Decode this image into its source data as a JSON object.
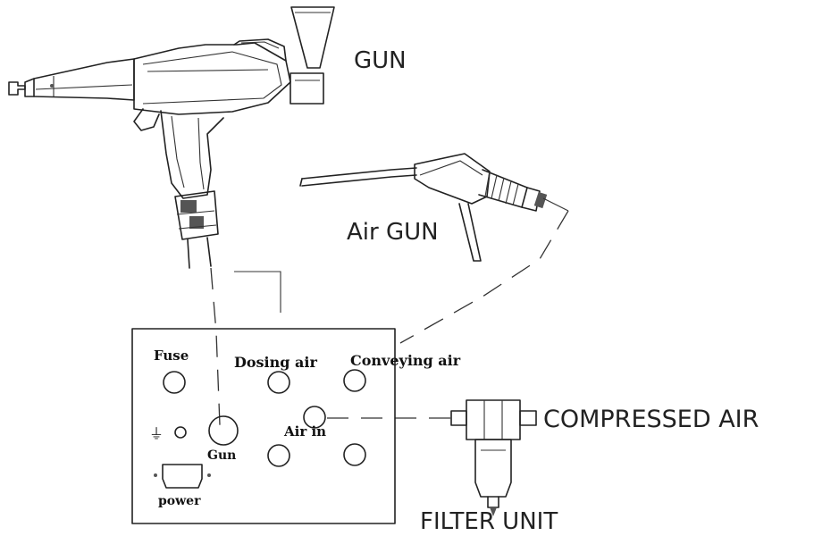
{
  "labels": {
    "gun": "GUN",
    "air_gun": "Air GUN",
    "compressed_air": "COMPRESSED AIR",
    "filter_unit": "FILTER UNIT"
  },
  "panel": {
    "fuse": "Fuse",
    "dosing_air": "Dosing air",
    "conveying_air": "Conveying air",
    "gun": "Gun",
    "air_in": "Air in",
    "power": "power",
    "ground_symbol": "⏚"
  },
  "colors": {
    "line": "#222222",
    "background": "#ffffff"
  }
}
